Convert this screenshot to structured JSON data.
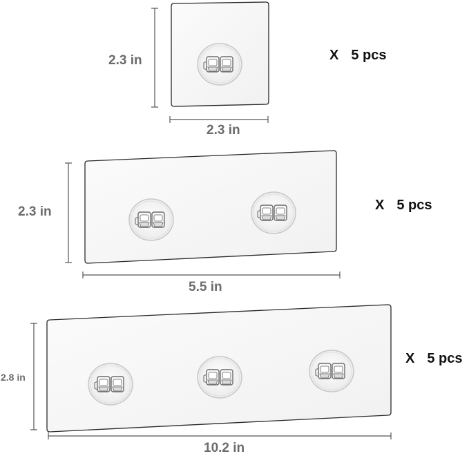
{
  "products": [
    {
      "height_label": "2.3 in",
      "width_label": "2.3 in",
      "qty_symbol": "X",
      "qty_label": "5 pcs",
      "hook_count": 1
    },
    {
      "height_label": "2.3 in",
      "width_label": "5.5 in",
      "qty_symbol": "X",
      "qty_label": "5 pcs",
      "hook_count": 2
    },
    {
      "height_label": "2.8 in",
      "width_label": "10.2 in",
      "qty_symbol": "X",
      "qty_label": "5 pcs",
      "hook_count": 3
    }
  ],
  "colors": {
    "plate_stroke": "#2a2a2a",
    "dimension_line": "#555555",
    "dimension_text": "#6b6b6b",
    "quantity_text": "#111111"
  }
}
